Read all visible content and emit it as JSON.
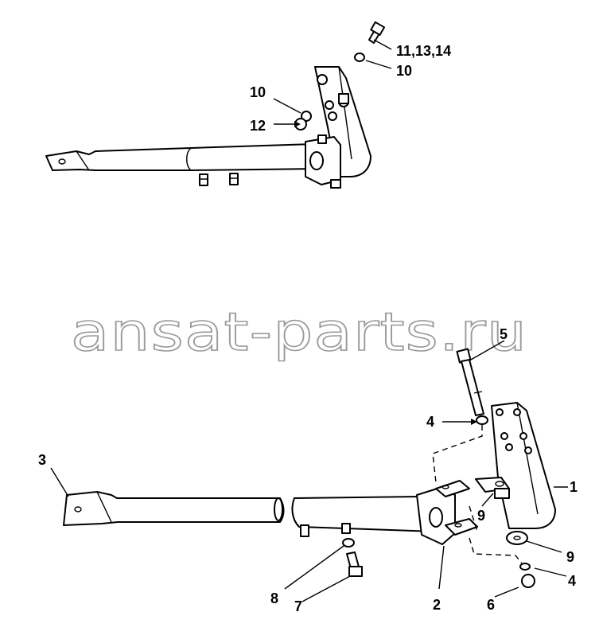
{
  "watermark": "ansat-parts.ru",
  "top_assembly": {
    "callouts": [
      {
        "id": "t1",
        "text": "11,13,14"
      },
      {
        "id": "t2",
        "text": "10"
      },
      {
        "id": "t3",
        "text": "10"
      },
      {
        "id": "t4",
        "text": "12"
      }
    ]
  },
  "exploded_view": {
    "callouts": [
      {
        "id": "c1",
        "text": "5"
      },
      {
        "id": "c2",
        "text": "4"
      },
      {
        "id": "c3",
        "text": "3"
      },
      {
        "id": "c4",
        "text": "1"
      },
      {
        "id": "c5",
        "text": "9"
      },
      {
        "id": "c6",
        "text": "9"
      },
      {
        "id": "c7",
        "text": "4"
      },
      {
        "id": "c8",
        "text": "8"
      },
      {
        "id": "c9",
        "text": "7"
      },
      {
        "id": "c10",
        "text": "2"
      },
      {
        "id": "c11",
        "text": "6"
      }
    ]
  }
}
